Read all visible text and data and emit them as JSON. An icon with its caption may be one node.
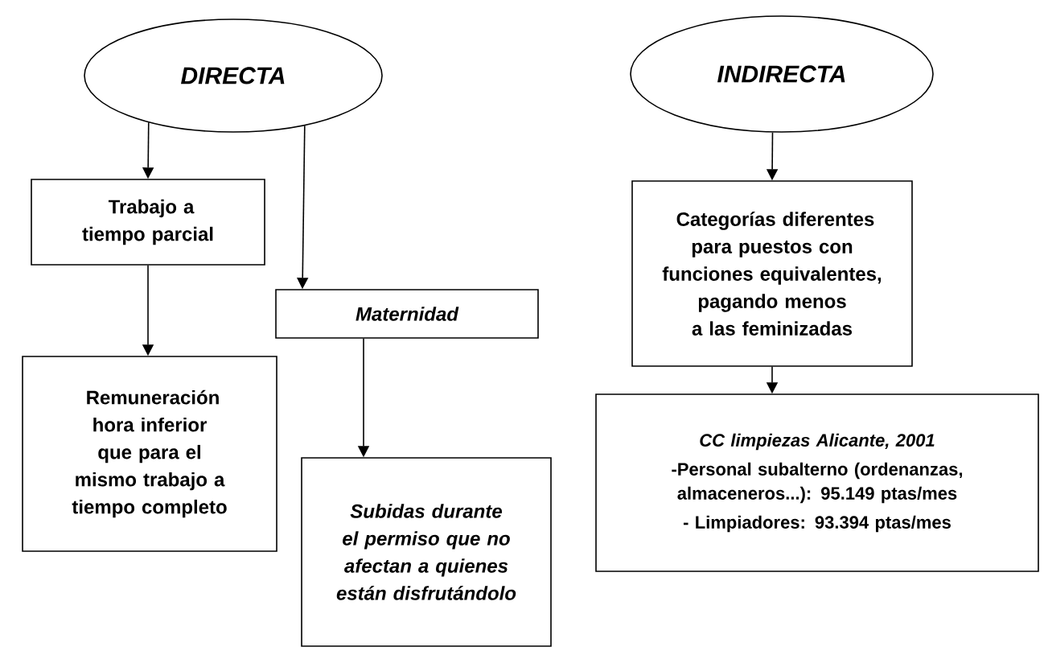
{
  "diagram": {
    "nodes": [
      {
        "text": [
          "DIRECTA"
        ]
      },
      {
        "text": [
          "Trabajo a tiempo parcial"
        ]
      },
      {
        "text": [
          "Remuneración hora inferior que para el mismo trabajo a tiempo completo"
        ]
      },
      {
        "text": [
          "Maternidad"
        ]
      },
      {
        "text": [
          "Subidas durante el permiso que no afectan a quienes están disfrutándolo"
        ]
      },
      {
        "text": [
          "INDIRECTA"
        ]
      },
      {
        "text": [
          "Categorías diferentes para puestos con funciones equivalentes, pagando menos a las feminizadas"
        ]
      },
      {
        "text": [
          "CC limpiezas Alicante, 2001",
          "-Personal subalterno (ordenanzas, almaceneros...): 95.149 ptas/mes",
          "- Limpiadores: 93.394 ptas/mes"
        ]
      }
    ],
    "edges": [
      {
        "from": 0,
        "to": 1,
        "arrow": "to"
      },
      {
        "from": 0,
        "to": 3,
        "arrow": "to"
      },
      {
        "from": 1,
        "to": 2,
        "arrow": "to"
      },
      {
        "from": 3,
        "to": 4,
        "arrow": "to"
      },
      {
        "from": 5,
        "to": 6,
        "arrow": "to"
      },
      {
        "from": 6,
        "to": 7,
        "arrow": "to"
      }
    ]
  }
}
